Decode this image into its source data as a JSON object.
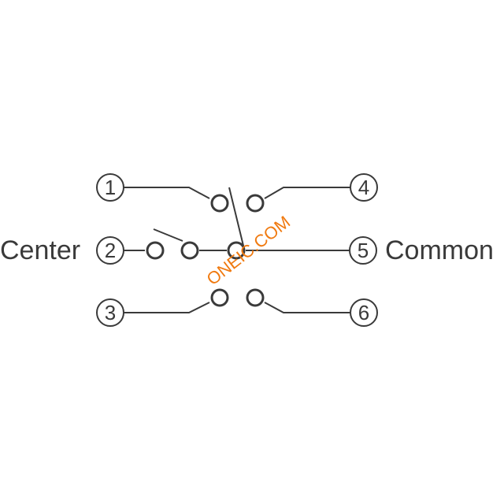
{
  "pins": {
    "p1": "1",
    "p2": "2",
    "p3": "3",
    "p4": "4",
    "p5": "5",
    "p6": "6"
  },
  "labels": {
    "left": "Center",
    "right": "Common"
  },
  "watermark": "ONEIC.COM",
  "colors": {
    "line": "#3a3a3a",
    "watermark": "#f07a10"
  }
}
